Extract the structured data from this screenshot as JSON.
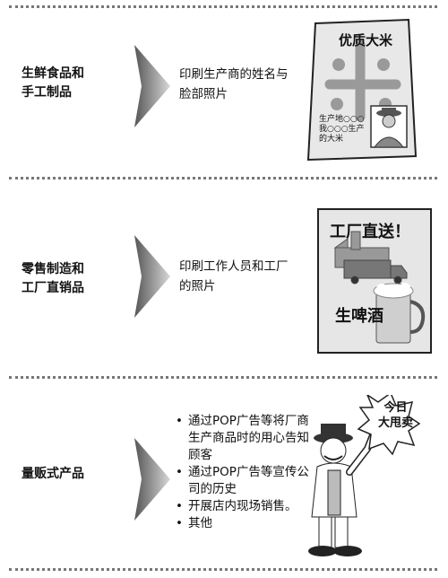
{
  "sections": [
    {
      "category_line1": "生鲜食品和",
      "category_line2": "手工制品",
      "desc_line1": "印刷生产商的姓名与",
      "desc_line2": "脸部照片"
    },
    {
      "category_line1": "零售制造和",
      "category_line2": "工厂直销品",
      "desc_line1": "印刷工作人员和工厂",
      "desc_line2": "的照片"
    },
    {
      "category_line1": "量贩式产品",
      "bullets": [
        "通过POP广告等将厂商生产商品时的用心告知顾客",
        "通过POP广告等宣传公司的历史",
        "开展店内现场销售。",
        "其他"
      ]
    }
  ],
  "illustrations": {
    "rice_bag_title": "优质大米",
    "rice_bag_caption_line1": "生产地○○○",
    "rice_bag_caption_line2": "我○○○生产",
    "rice_bag_caption_line3": "的大米",
    "beer_label_top": "工厂直送！",
    "beer_label_bottom": "生啤酒",
    "speech_line1": "今日",
    "speech_line2": "大甩卖"
  }
}
